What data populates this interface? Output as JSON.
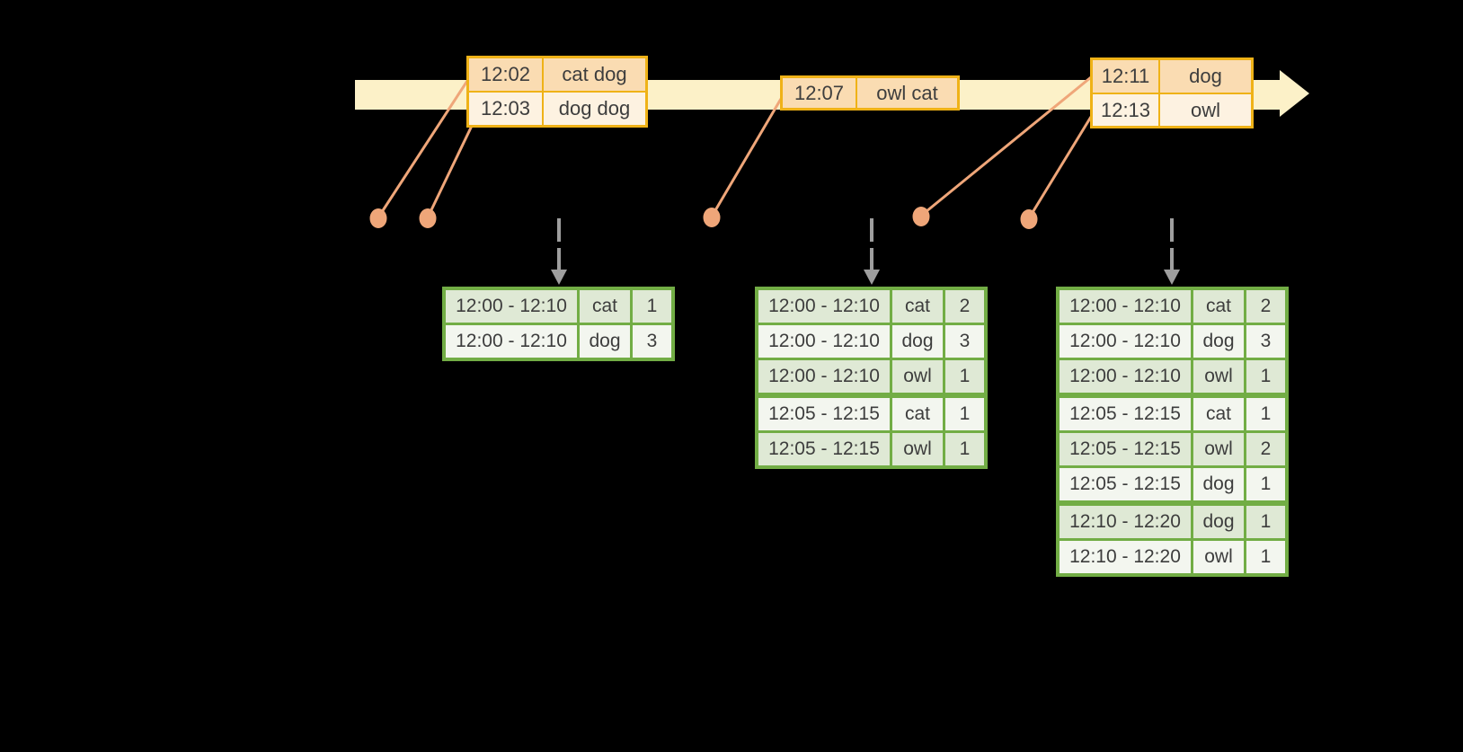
{
  "colors": {
    "background": "#000000",
    "timeline_fill": "#fcf1c8",
    "event_table_border": "#efb217",
    "event_row_primary": "#fadcb2",
    "event_row_secondary": "#fdf2e1",
    "connector_salmon": "#efa679",
    "trigger_arrow_gray": "#9e9e9e",
    "result_table_border": "#72ad45",
    "result_row_dark": "#dfe9d5",
    "result_row_light": "#f3f6ef",
    "text": "#3d3d3d"
  },
  "event_tables": [
    {
      "rows": [
        {
          "time": "12:02",
          "words": "cat dog"
        },
        {
          "time": "12:03",
          "words": "dog dog"
        }
      ]
    },
    {
      "rows": [
        {
          "time": "12:07",
          "words": "owl cat"
        }
      ]
    },
    {
      "rows": [
        {
          "time": "12:11",
          "words": "dog"
        },
        {
          "time": "12:13",
          "words": "owl"
        }
      ]
    }
  ],
  "result_tables": [
    {
      "rows": [
        {
          "window": "12:00 - 12:10",
          "word": "cat",
          "count": "1"
        },
        {
          "window": "12:00 - 12:10",
          "word": "dog",
          "count": "3"
        }
      ]
    },
    {
      "rows": [
        {
          "window": "12:00 - 12:10",
          "word": "cat",
          "count": "2"
        },
        {
          "window": "12:00 - 12:10",
          "word": "dog",
          "count": "3"
        },
        {
          "window": "12:00 - 12:10",
          "word": "owl",
          "count": "1"
        },
        {
          "window": "12:05 - 12:15",
          "word": "cat",
          "count": "1"
        },
        {
          "window": "12:05 - 12:15",
          "word": "owl",
          "count": "1"
        }
      ]
    },
    {
      "rows": [
        {
          "window": "12:00 - 12:10",
          "word": "cat",
          "count": "2"
        },
        {
          "window": "12:00 - 12:10",
          "word": "dog",
          "count": "3"
        },
        {
          "window": "12:00 - 12:10",
          "word": "owl",
          "count": "1"
        },
        {
          "window": "12:05 - 12:15",
          "word": "cat",
          "count": "1"
        },
        {
          "window": "12:05 - 12:15",
          "word": "owl",
          "count": "2"
        },
        {
          "window": "12:05 - 12:15",
          "word": "dog",
          "count": "1"
        },
        {
          "window": "12:10 - 12:20",
          "word": "dog",
          "count": "1"
        },
        {
          "window": "12:10 - 12:20",
          "word": "owl",
          "count": "1"
        }
      ]
    }
  ]
}
